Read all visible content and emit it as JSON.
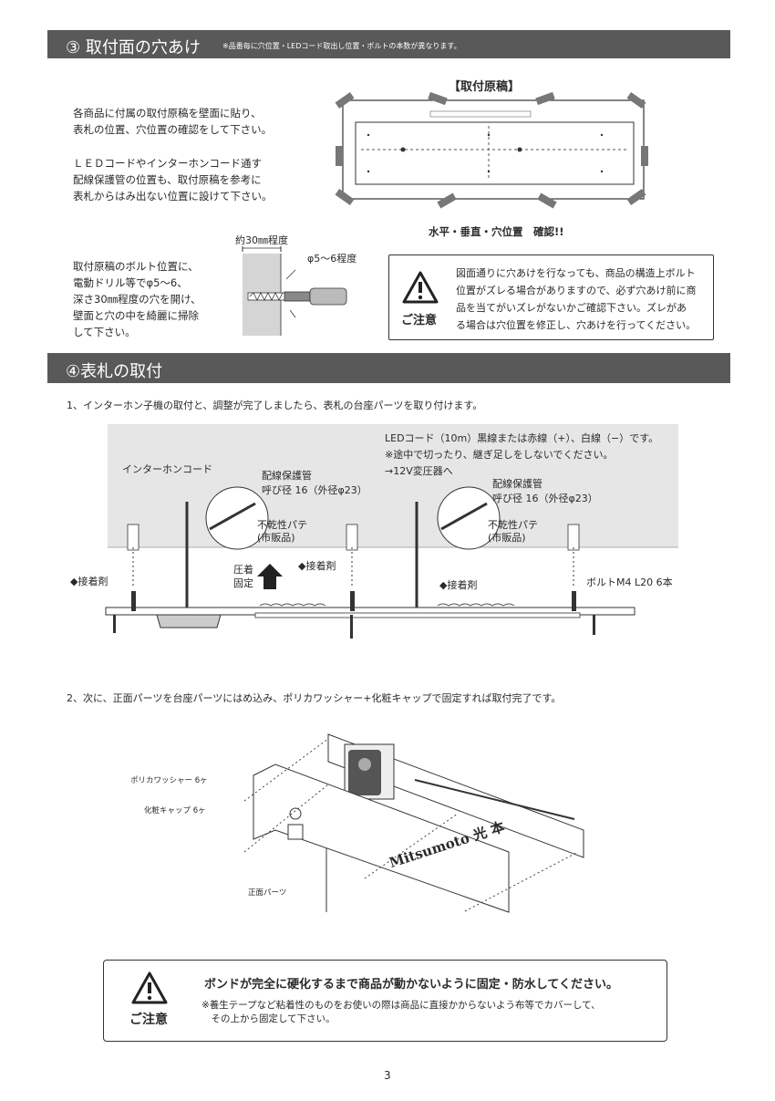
{
  "section3": {
    "heading": "③ 取付面の穴あけ",
    "note": "※品番毎に穴位置・LEDコード取出し位置・ボルトの本数が異なります。",
    "para1": "各商品に付属の取付原稿を壁面に貼り、\n表札の位置、穴位置の確認をして下さい。",
    "para2": "ＬＥＤコードやインターホンコード通す\n配線保護管の位置も、取付原稿を参考に\n表札からはみ出ない位置に設けて下さい。",
    "para3": "取付原稿のボルト位置に、\n電動ドリル等でφ5～6、\n深さ30㎜程度の穴を開け、\n壁面と穴の中を綺麗に掃除\nして下さい。",
    "template_title": "【取付原稿】",
    "template_caption": "水平・垂直・穴位置　確認!!",
    "depth_label": "約30㎜程度",
    "dia_label": "φ5～6程度",
    "caution_label": "ご注意",
    "caution_text": "図面通りに穴あけを行なっても、商品の構造上ボルト\n位置がズレる場合がありますので、必ず穴あけ前に商\n品を当てがいズレがないかご確認下さい。ズレがあ\nる場合は穴位置を修正し、穴あけを行ってください。"
  },
  "section4": {
    "heading": "④表札の取付",
    "step1": "1、インターホン子機の取付と、調整が完了しましたら、表札の台座パーツを取り付けます。",
    "led_note": "LEDコード（10m）黒線または赤線（+）、白線（−）です。\n※途中で切ったり、継ぎ足しをしないでください。\n→12V変圧器へ",
    "intercom_cord": "インターホンコード",
    "conduit_label": "配線保護管\n呼び径 16（外径φ23）",
    "putty_label": "不乾性パテ\n(市販品)",
    "adhesive": "◆接着剤",
    "press_fix": "圧着\n固定",
    "bolt_label": "ボルトM4 L20  6本",
    "step2": "2、次に、正面パーツを台座パーツにはめ込み、ポリカワッシャー+化粧キャップで固定すれば取付完了です。",
    "washer_label": "ポリカワッシャー 6ヶ",
    "cap_label": "化粧キャップ 6ヶ",
    "front_label": "正面パーツ",
    "nameplate_text": "Mitsumoto 光 本"
  },
  "bottom_caution": {
    "label": "ご注意",
    "main": "ボンドが完全に硬化するまで商品が動かないように固定・防水してください。",
    "sub": "※養生テープなど粘着性のものをお使いの際は商品に直接かからないよう布等でカバーして、\n　その上から固定して下さい。"
  },
  "page_number": "3"
}
